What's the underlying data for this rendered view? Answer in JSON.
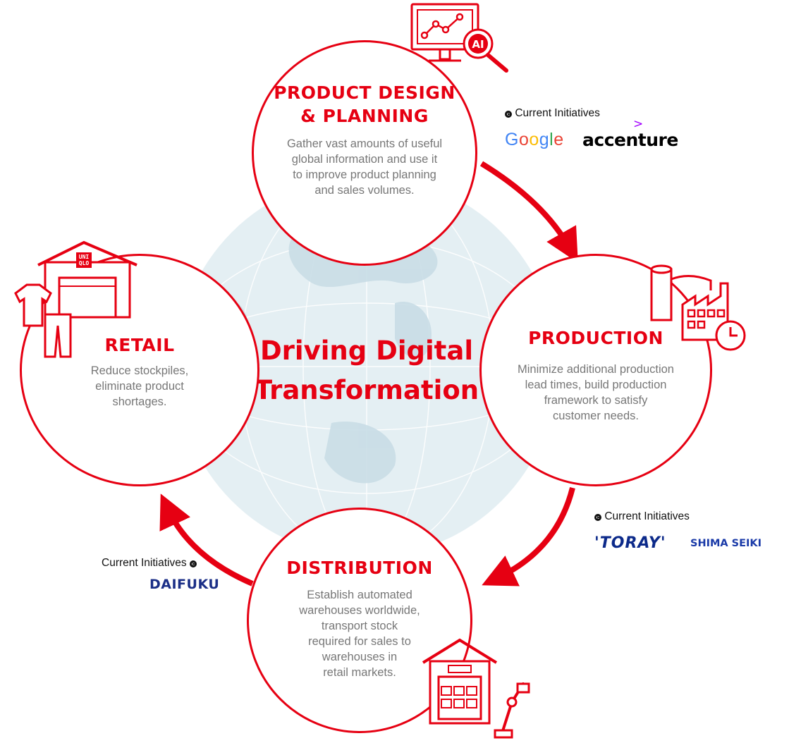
{
  "center": {
    "line1": "Driving Digital",
    "line2": "Transformation"
  },
  "stages": {
    "design": {
      "title_line1": "PRODUCT DESIGN",
      "title_line2": "& PLANNING",
      "desc_lines": [
        "Gather vast amounts of useful",
        "global information and use it",
        "to improve product planning",
        "and sales volumes."
      ]
    },
    "production": {
      "title": "PRODUCTION",
      "desc_lines": [
        "Minimize additional production",
        "lead times, build production",
        "framework to satisfy",
        "customer needs."
      ]
    },
    "distribution": {
      "title": "DISTRIBUTION",
      "desc_lines": [
        "Establish automated",
        "warehouses worldwide,",
        "transport stock",
        "required for sales to",
        "warehouses in",
        "retail markets."
      ]
    },
    "retail": {
      "title": "RETAIL",
      "desc_lines": [
        "Reduce stockpiles,",
        "eliminate product",
        "shortages."
      ]
    }
  },
  "initiatives": {
    "label": "Current Initiatives",
    "design_partners": {
      "google": "Google",
      "accenture": "accenture",
      "accenture_mark": ">"
    },
    "production_partners": {
      "toray": "'TORAY'",
      "shima": "SHIMA SEIKI"
    },
    "distribution_partners": {
      "daifuku": "DAIFUKU"
    }
  },
  "retail_store_sign": {
    "line1": "UNI",
    "line2": "QLO"
  },
  "colors": {
    "accent": "#e60012",
    "text_gray": "#777777",
    "globe": "#dbe9ef",
    "google_blue": "#4285f4",
    "google_red": "#ea4335",
    "google_yellow": "#fbbc05",
    "google_green": "#34a853",
    "accenture_purple": "#a100ff",
    "toray_blue": "#0c2a8a",
    "daifuku_blue": "#1b2f87"
  },
  "icons": [
    "ai-analytics-monitor-icon",
    "fabric-factory-clock-icon",
    "automated-warehouse-robot-icon",
    "uniqlo-store-clothing-icon",
    "cycle-arrow-icon"
  ]
}
